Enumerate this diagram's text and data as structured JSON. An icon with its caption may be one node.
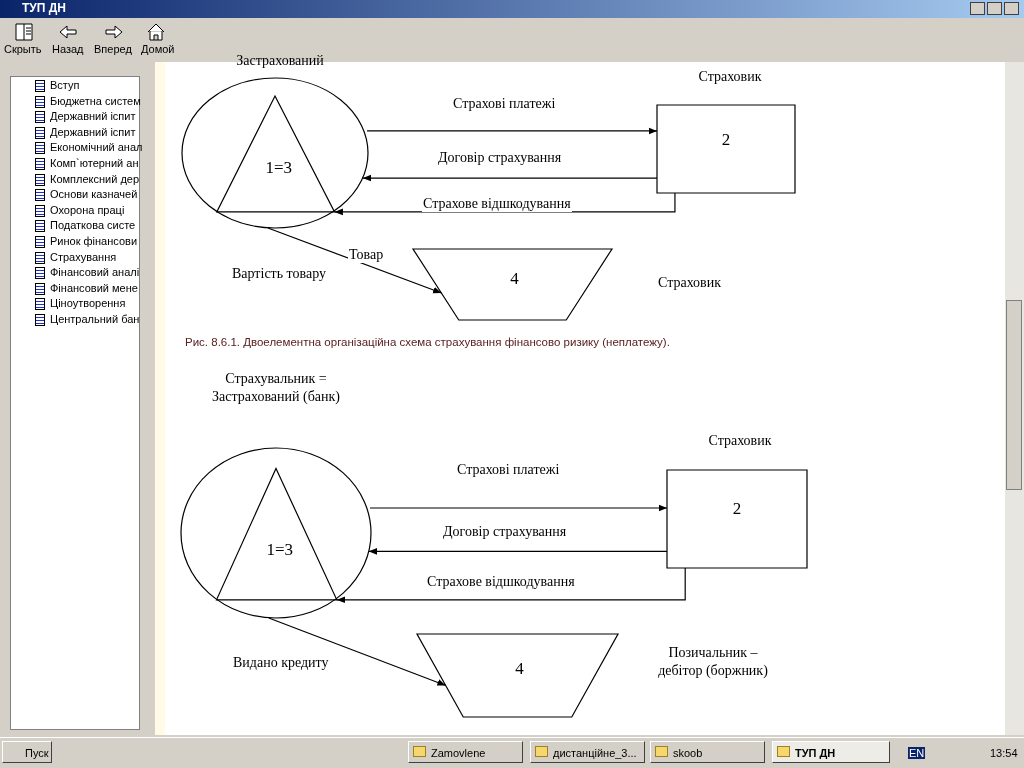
{
  "diagram": {
    "caption": "Рис. 8.6.1. Двоелементна організаційна схема страхування фінансово ризику (неплатежу).",
    "nodes": [
      {
        "text": [
          "1=3"
        ],
        "beside": [
          "Застрахований"
        ]
      },
      {
        "text": [
          "2"
        ],
        "beside": [
          "Страховик"
        ]
      },
      {
        "text": [
          "4"
        ]
      },
      {
        "text": [
          "1=3"
        ],
        "beside": [
          "Страхувальник = Застрахований (банк)"
        ]
      },
      {
        "text": [
          "2"
        ],
        "beside": [
          "Страховик"
        ]
      },
      {
        "text": [
          "4"
        ],
        "beside": [
          "Позичальник – дебітор (боржник)"
        ]
      }
    ],
    "edges": [
      {
        "from": 0,
        "to": 1,
        "arrow": "to",
        "label": "Страхові платежі"
      },
      {
        "from": 1,
        "to": 0,
        "arrow": "to",
        "label": "Договір страхування"
      },
      {
        "from": 1,
        "to": 0,
        "arrow": "to",
        "label": "Страхове відшкодування"
      },
      {
        "from": 0,
        "to": 2,
        "arrow": "to",
        "label": "Товар"
      },
      {
        "from": 3,
        "to": 4,
        "arrow": "to",
        "label": "Страхові платежі"
      },
      {
        "from": 4,
        "to": 3,
        "arrow": "to",
        "label": "Договір страхування"
      },
      {
        "from": 4,
        "to": 3,
        "arrow": "to",
        "label": "Страхове відшкодування"
      },
      {
        "from": 3,
        "to": 5,
        "arrow": "to",
        "label": "Видано кредиту"
      }
    ],
    "labels": [
      "ТУП ДН",
      "Скрыть",
      "Назад",
      "Вперед",
      "Домой",
      "Вступ",
      "Бюджетна систем",
      "Державний іспит",
      "Державний іспит",
      "Економічний анал",
      "Комп`ютерний ан",
      "Комплексний дер",
      "Основи казначей",
      "Охорона праці",
      "Податкова систе",
      "Ринок фінансови",
      "Страхування",
      "Фінансовий аналі",
      "Фінансовий мене",
      "Ціноутворення",
      "Центральний бан",
      "Вартість товару",
      "Страховик",
      "Пуск",
      "Zamovlene",
      "дистанційне_3...",
      "skoob",
      "ТУП ДН",
      "EN",
      "13:54"
    ]
  }
}
